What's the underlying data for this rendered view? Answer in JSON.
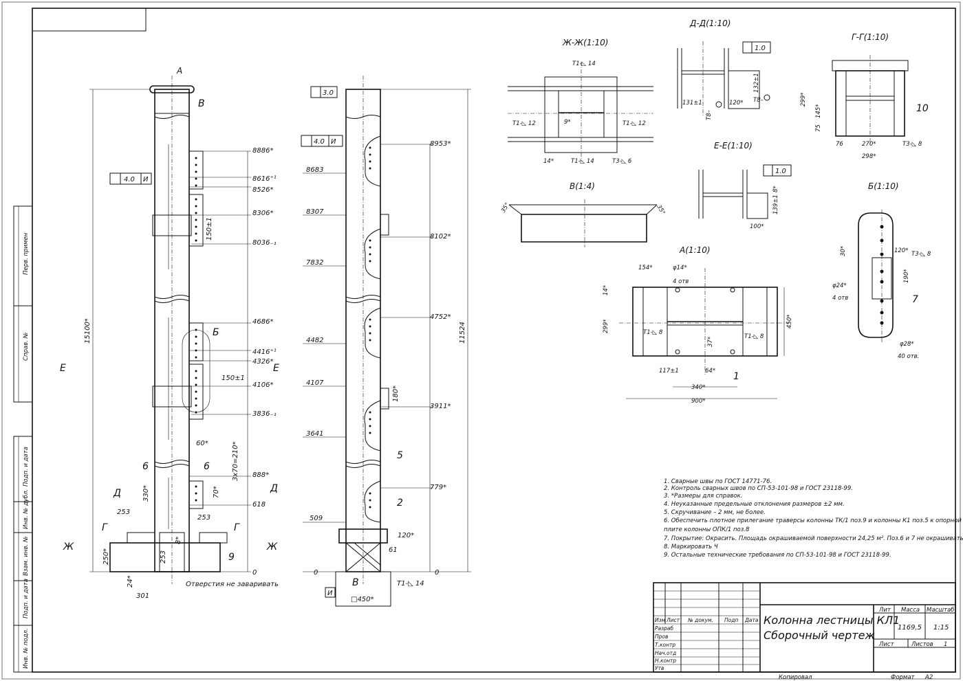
{
  "title_block": {
    "title_line1": "Колонна лестницы КЛ1",
    "title_line2": "Сборочный чертеж",
    "col_izm": "Изм",
    "col_list": "Лист",
    "col_doc": "№ докум.",
    "col_sign": "Подп",
    "col_date": "Дата",
    "role_razrab": "Разраб",
    "role_prov": "Пров",
    "role_tkontr": "Т.контр",
    "role_nachotd": "Нач.отд",
    "role_nkontr": "Н.контр",
    "role_utv": "Утв",
    "lit_label": "Лит",
    "mass_label": "Масса",
    "scale_label": "Масштаб",
    "mass_value": "1169,5",
    "scale_value": "1:15",
    "sheet_label": "Лист",
    "sheets_label": "Листов",
    "sheets_value": "1",
    "copied": "Копировал",
    "format_label": "Формат",
    "format_value": "А2"
  },
  "side_stamps": {
    "perv": "Перв. примен",
    "sprav": "Справ. №",
    "podp1": "Подп. и дата",
    "inv_dubl": "Инв. № дубл.",
    "vzam": "Взам. инв. №",
    "podp2": "Подп. и дата",
    "inv_podl": "Инв. № подл."
  },
  "notes": [
    "1. Сварные швы по ГОСТ 14771-76.",
    "2. Контроль сварных швов по СП-53-101-98 и ГОСТ 23118-99.",
    "3. *Размеры для справок.",
    "4. Неуказанные предельные отклонения размеров ±2 мм.",
    "5. Скручивание – 2 мм, не более.",
    "6. Обеспечить плотное прилегание траверсы колонны ТК/1 поз.9 и колонны К1 поз.5 к опорной",
    "плите колонны ОПК/1 поз.8",
    "7. Покрытие: Окрасить. Площадь окрашиваемой поверхности 24,25 м². Поз.6 и 7 не окрашивать.",
    "8. Маркировать Ч",
    "9. Остальные технические требования по СП-53-101-98 и ГОСТ 23118-99."
  ],
  "section_labels": {
    "zh": "Ж-Ж(1:10)",
    "d": "Д-Д(1:10)",
    "g": "Г-Г(1:10)",
    "e": "Е-Е(1:10)",
    "v": "В(1:4)",
    "b": "Б(1:10)",
    "a": "А(1:10)"
  },
  "view_letters": {
    "A": "А",
    "V": "В",
    "B": "Б",
    "E": "Е",
    "D": "Д",
    "G": "Г",
    "Zh": "Ж",
    "I": "И"
  },
  "tolerances": {
    "t40": "4.0",
    "t30": "3.0",
    "t10": "1.0"
  },
  "left_view": {
    "total_height": "15100*",
    "levels": [
      "8886*",
      "8616⁺¹",
      "8526*",
      "8306*",
      "8036₋₁",
      "4686*",
      "4416⁺¹",
      "4326*",
      "4106*",
      "3836₋₁",
      "888*",
      "618",
      "0"
    ],
    "dim_150a": "150±1",
    "dim_150b": "150±1",
    "dim_60": "60*",
    "dim_3x70": "3x70=210*",
    "dim_70": "70*",
    "dim_330": "330*",
    "dim_253a": "253",
    "dim_253b": "253",
    "dim_250": "250*",
    "dim_24": "24*",
    "dim_301": "301",
    "dim_8": "8*",
    "dim_253c": "253",
    "note_holes": "Отверстия не заваривать",
    "pos6a": "6",
    "pos6b": "6",
    "pos9": "9"
  },
  "mid_view": {
    "total_height": "11524",
    "levels_left": [
      "8683",
      "8307",
      "7832",
      "4482",
      "4107",
      "3641",
      "509",
      "0"
    ],
    "levels_right": [
      "8953*",
      "8102*",
      "4752*",
      "3911*",
      "779*",
      "0"
    ],
    "dim_180": "180*",
    "dim_120": "120*",
    "dim_61": "61",
    "weld_t1_14": "Т1-◺ 14",
    "pos5": "5",
    "pos2": "2",
    "base_size": "□450*"
  },
  "zh_view": {
    "w1": "Т1-◺ 14",
    "w2": "Т1-◺ 12",
    "w3": "Т1-◺ 12",
    "w4": "Т1-◺ 14",
    "w5": "Т3-◺ 6",
    "d9": "9*",
    "d14": "14*"
  },
  "d_view": {
    "d131": "131±1",
    "d120": "120*",
    "d132": "132±1",
    "t8a": "Т8–",
    "t8b": "Т8–"
  },
  "g_view": {
    "d299": "299*",
    "d145": "145*",
    "d75": "75",
    "d76": "76",
    "d270": "270*",
    "d298": "298*",
    "w": "Т3-◺ 8",
    "pos10": "10"
  },
  "e_view": {
    "d8": "8*",
    "d139": "139±1",
    "d100": "100*"
  },
  "v_view": {
    "ang1": "35°",
    "ang2": "35°"
  },
  "a_view": {
    "d154": "154*",
    "d14": "14*",
    "d299": "299*",
    "phi14": "φ14*",
    "holes4": "4 отв",
    "w1": "Т1-◺ 8",
    "w2": "Т1-◺ 8",
    "d37": "37*",
    "d117": "117±1",
    "d64": "64*",
    "d340": "340*",
    "d900": "900*",
    "d450": "450*",
    "pos1": "1"
  },
  "b_view": {
    "d30": "30*",
    "d120": "120*",
    "w": "Т3-◺ 8",
    "phi24": "φ24*",
    "holes4": "4 отв",
    "d190": "190*",
    "pos7": "7",
    "phi28": "φ28*",
    "holes40": "40 отв."
  }
}
